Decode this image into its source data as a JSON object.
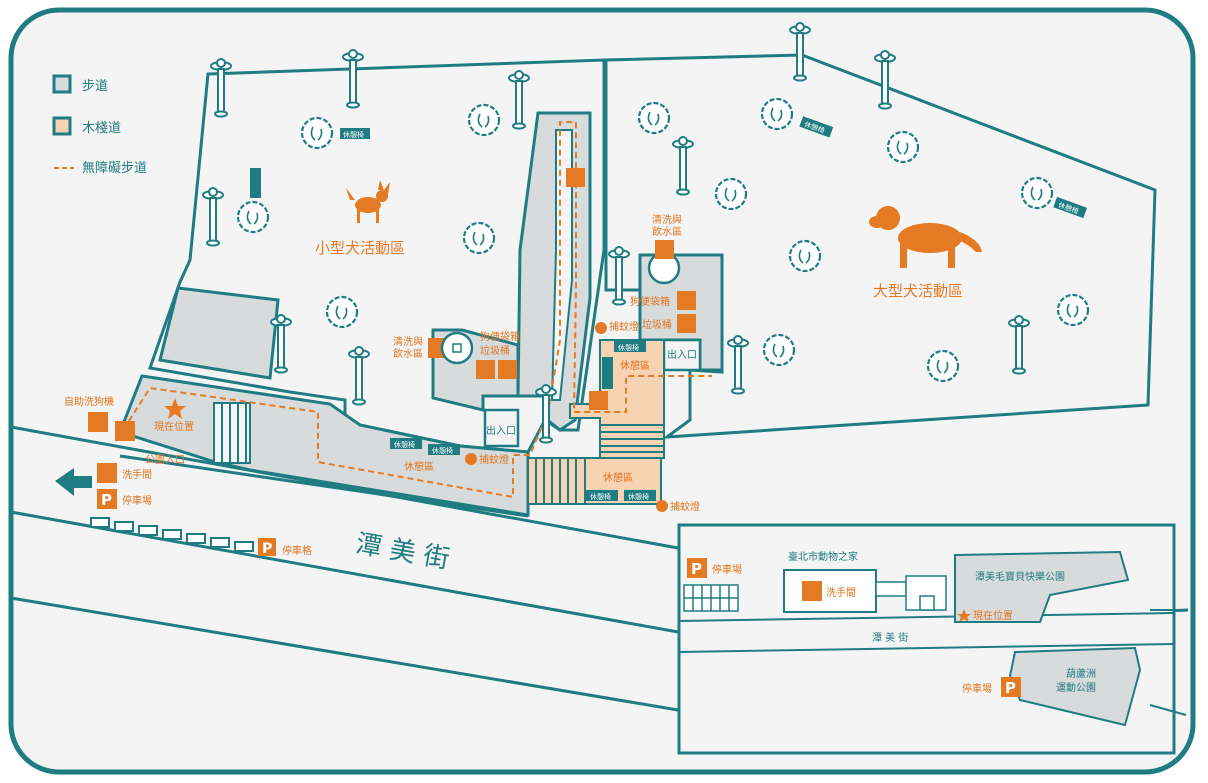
{
  "colors": {
    "teal": "#1f7c83",
    "orange": "#e57a25",
    "walkway_fill": "#d8dbdb",
    "boardwalk_fill": "#f6d3b2",
    "background": "#f4f4f4"
  },
  "legend": {
    "walkway": "步道",
    "boardwalk": "木棧道",
    "accessible_path": "無障礙步道"
  },
  "zones": {
    "small_dog": "小型犬活動區",
    "large_dog": "大型犬活動區"
  },
  "labels": {
    "wash_water_left": "清洗與\n飲水區",
    "wash_water_right": "清洗與\n飲水區",
    "dog_bag_left": "狗便袋箱",
    "trash_left": "垃圾桶",
    "dog_bag_right": "狗便袋箱",
    "trash_right": "垃圾桶",
    "bench": "休憩椅",
    "rest_area": "休憩區",
    "mosquito_lamp": "捕蚊燈",
    "entrance_exit": "出入口",
    "self_wash": "自助洗狗機",
    "current_location": "現在位置",
    "park_entrance": "公園入口",
    "restroom": "洗手間",
    "parking": "停車場",
    "parking_spaces": "停車格",
    "street": "潭 美 街",
    "p_letter": "P"
  },
  "inset": {
    "parking": "停車場",
    "animal_shelter": "臺北市動物之家",
    "restroom": "洗手間",
    "park": "潭美毛寶貝快樂公園",
    "current_location": "現在位置",
    "street": "潭 美 街",
    "sports_park": "葫蘆洲\n運動公園",
    "parking2": "停車場",
    "p_letter": "P"
  },
  "icons": {
    "tree": "tree-icon",
    "lamp": "lamp-post-icon",
    "wheelchair": "wheelchair-icon",
    "faucet": "faucet-icon",
    "trash": "trash-can-icon",
    "bag": "dog-bag-icon",
    "star": "star-icon",
    "arrow": "arrow-left-icon",
    "restroom": "restroom-icon",
    "parking": "parking-icon",
    "small_dog": "chihuahua-icon",
    "large_dog": "large-dog-icon"
  }
}
